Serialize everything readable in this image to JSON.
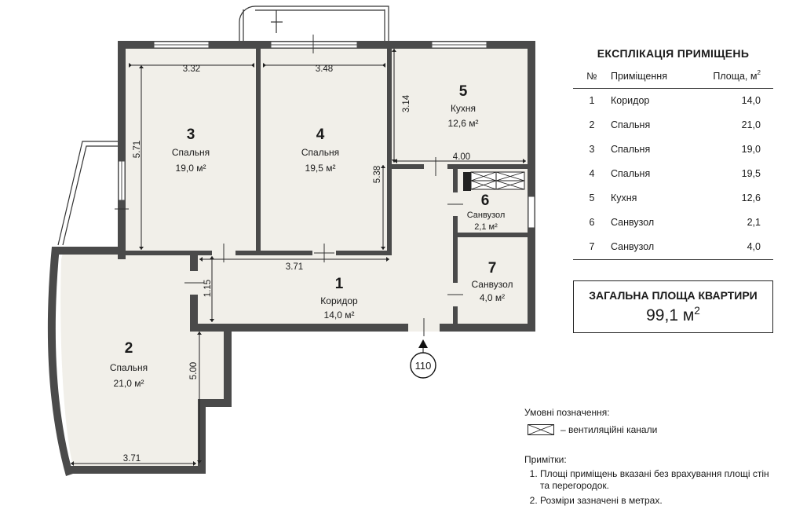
{
  "rooms": [
    {
      "no": "1",
      "name": "Коридор",
      "area_label": "14,0 м²"
    },
    {
      "no": "2",
      "name": "Спальня",
      "area_label": "21,0 м²"
    },
    {
      "no": "3",
      "name": "Спальня",
      "area_label": "19,0 м²"
    },
    {
      "no": "4",
      "name": "Спальня",
      "area_label": "19,5 м²"
    },
    {
      "no": "5",
      "name": "Кухня",
      "area_label": "12,6 м²"
    },
    {
      "no": "6",
      "name": "Санвузол",
      "area_label": "2,1 м²"
    },
    {
      "no": "7",
      "name": "Санвузол",
      "area_label": "4,0 м²"
    }
  ],
  "dimensions": {
    "r3_width": "3.32",
    "r4_width": "3.48",
    "r3_height": "5.71",
    "r5_height": "3.14",
    "r5_width": "4.00",
    "r4_height": "5.38",
    "corridor_width": "3.71",
    "corridor_height": "1.15",
    "r2_height": "5.00",
    "r2_width": "3.71"
  },
  "entrance_number": "110",
  "explication": {
    "title": "ЕКСПЛІКАЦІЯ ПРИМІЩЕНЬ",
    "headers": {
      "no": "№",
      "room": "Приміщення",
      "area": "Площа, м",
      "area_sup": "2"
    },
    "rows": [
      {
        "no": "1",
        "room": "Коридор",
        "area": "14,0"
      },
      {
        "no": "2",
        "room": "Спальня",
        "area": "21,0"
      },
      {
        "no": "3",
        "room": "Спальня",
        "area": "19,0"
      },
      {
        "no": "4",
        "room": "Спальня",
        "area": "19,5"
      },
      {
        "no": "5",
        "room": "Кухня",
        "area": "12,6"
      },
      {
        "no": "6",
        "room": "Санвузол",
        "area": "2,1"
      },
      {
        "no": "7",
        "room": "Санвузол",
        "area": "4,0"
      }
    ]
  },
  "total": {
    "title": "ЗАГАЛЬНА ПЛОЩА КВАРТИРИ",
    "value": "99,1 м",
    "value_sup": "2"
  },
  "legend": {
    "title": "Умовні позначення:",
    "vent_text": "– вентиляційні канали",
    "vent_icon": "ventilation-duct-icon"
  },
  "notes": {
    "title": "Примітки:",
    "items": [
      "Площі приміщень вказані без врахування площі стін та перегородок.",
      "Розміри зазначені в метрах."
    ]
  },
  "colors": {
    "wall": "#4a4a4a",
    "floor": "#f1efe9",
    "line": "#222222"
  }
}
